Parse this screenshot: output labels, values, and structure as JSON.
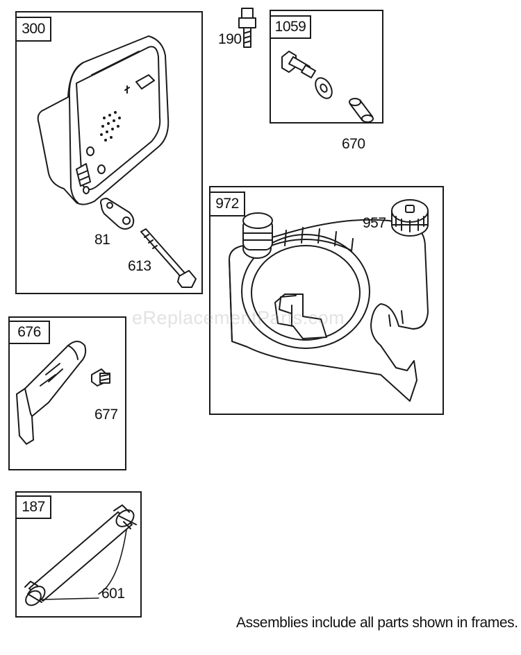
{
  "frames": {
    "frame_300": "300",
    "frame_1059": "1059",
    "frame_972": "972",
    "frame_676": "676",
    "frame_187": "187"
  },
  "parts": {
    "p190": "190",
    "p670": "670",
    "p81": "81",
    "p613": "613",
    "p957": "957",
    "p677": "677",
    "p601": "601"
  },
  "watermark": "eReplacementParts.com",
  "footer": "Assemblies include all parts shown in frames."
}
